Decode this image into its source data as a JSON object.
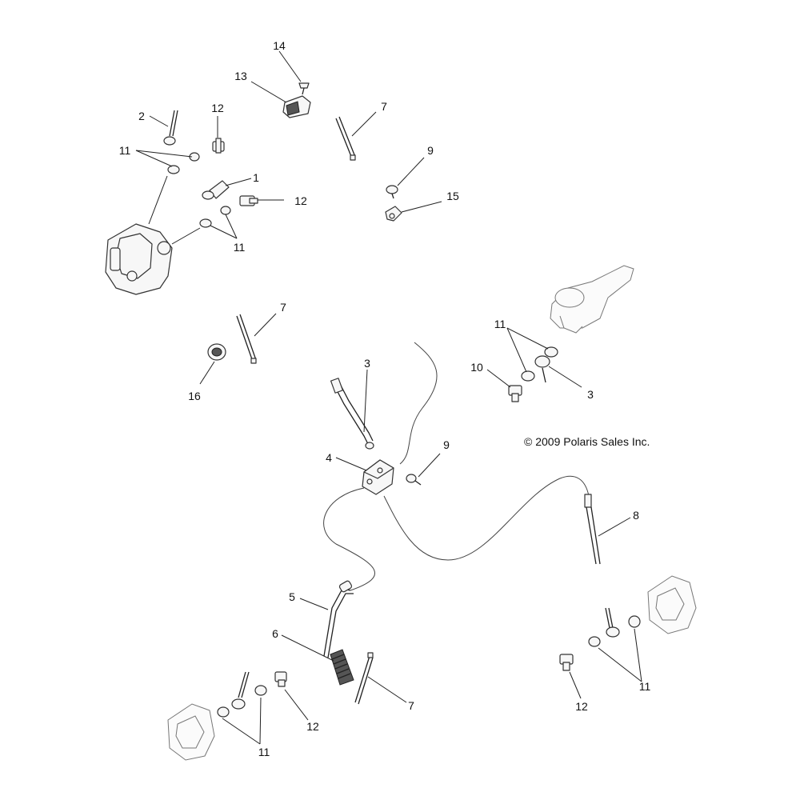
{
  "copyright": "© 2009 Polaris Sales Inc.",
  "callouts": {
    "c1": "1",
    "c2": "2",
    "c3a": "3",
    "c3b": "3",
    "c4": "4",
    "c5": "5",
    "c6": "6",
    "c7a": "7",
    "c7b": "7",
    "c7c": "7",
    "c8": "8",
    "c9a": "9",
    "c9b": "9",
    "c10": "10",
    "c11a": "11",
    "c11b": "11",
    "c11c": "11",
    "c11d": "11",
    "c11e": "11",
    "c12a": "12",
    "c12b": "12",
    "c12c": "12",
    "c12d": "12",
    "c13": "13",
    "c14": "14",
    "c15": "15",
    "c16": "16"
  }
}
